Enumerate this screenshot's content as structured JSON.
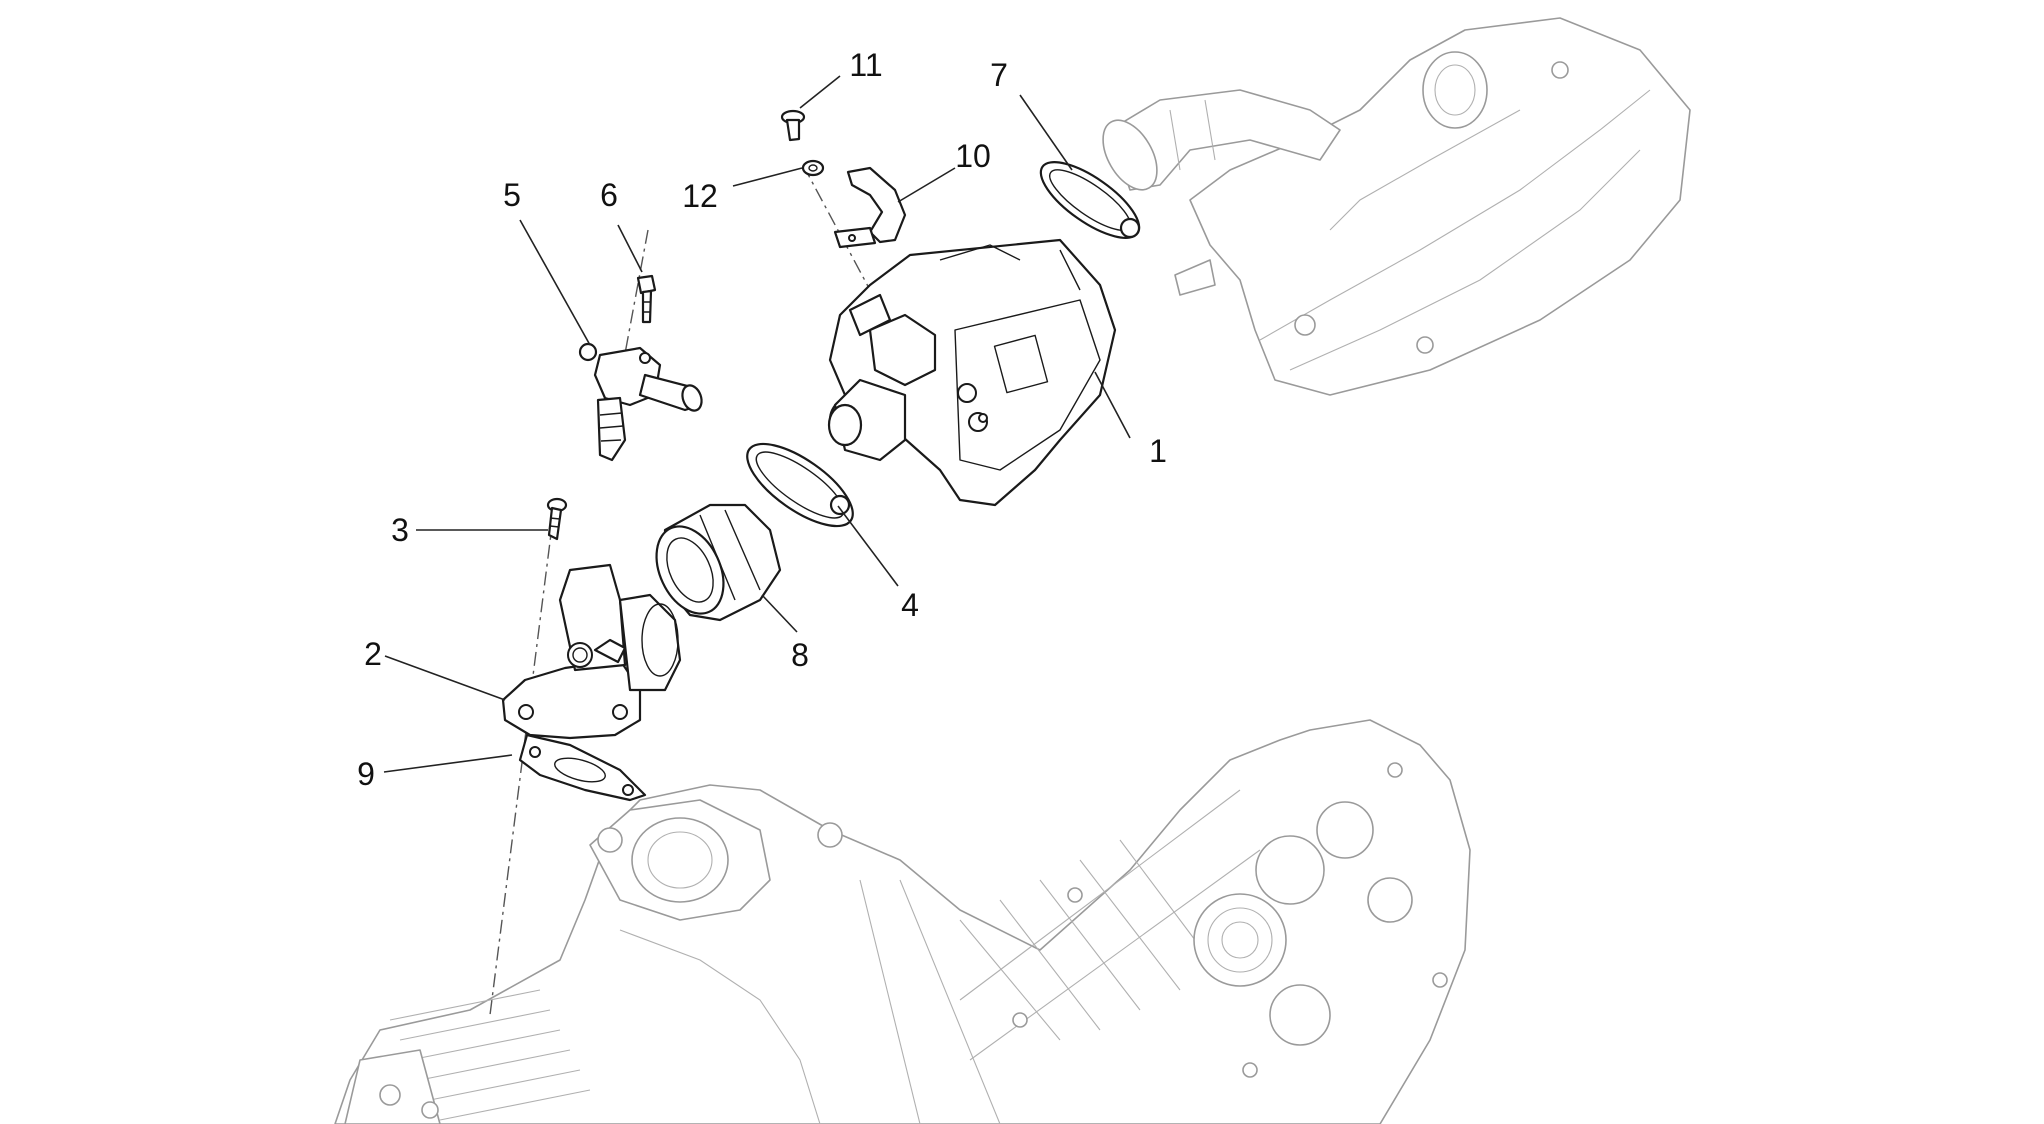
{
  "callouts": {
    "c1": "1",
    "c2": "2",
    "c3": "3",
    "c4": "4",
    "c5": "5",
    "c6": "6",
    "c7": "7",
    "c8": "8",
    "c9": "9",
    "c10": "10",
    "c11": "11",
    "c12": "12"
  },
  "colors": {
    "line": "#1a1a1a",
    "context_line": "#9a9a9a",
    "background": "#ffffff"
  }
}
